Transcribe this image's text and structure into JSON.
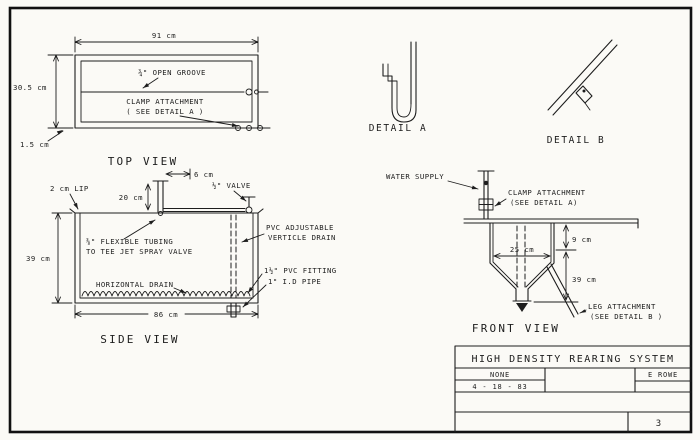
{
  "colors": {
    "ink": "#1d1d1d",
    "paper": "#fbfaf6"
  },
  "views": {
    "top": {
      "title": "TOP VIEW",
      "dims": {
        "width": "91 cm",
        "height": "30.5 cm",
        "lip": "1.5 cm"
      },
      "labels": {
        "groove": "¾\" OPEN GROOVE",
        "clamp_line1": "CLAMP ATTACHMENT",
        "clamp_line2": "( SEE DETAIL A )"
      }
    },
    "side": {
      "title": "SIDE VIEW",
      "dims": {
        "pipe_height": "20 cm",
        "pipe_offset": "6 cm",
        "tank_depth": "39 cm",
        "tank_length": "86 cm"
      },
      "labels": {
        "lip": "2 cm LIP",
        "valve": "½\" VALVE",
        "tubing_line1": "⅜\" FLEXIBLE TUBING",
        "tubing_line2": "TO TEE JET SPRAY VALVE",
        "vert_drain_line1": "PVC ADJUSTABLE",
        "vert_drain_line2": "VERTICLE DRAIN",
        "horiz_drain": "HORIZONTAL DRAIN",
        "fitting": "1½\" PVC FITTING",
        "pipe": "1\" I.D PIPE"
      }
    },
    "front": {
      "title": "FRONT VIEW",
      "dims": {
        "width": "25 cm",
        "depth_top": "9 cm",
        "depth_total": "39 cm"
      },
      "labels": {
        "water": "WATER SUPPLY",
        "clamp_line1": "CLAMP ATTACHMENT",
        "clamp_line2": "(SEE DETAIL A)",
        "leg_line1": "LEG ATTACHMENT",
        "leg_line2": "(SEE DETAIL B )"
      }
    },
    "detail_a": {
      "title": "DETAIL A"
    },
    "detail_b": {
      "title": "DETAIL B"
    }
  },
  "title_block": {
    "title": "HIGH DENSITY REARING SYSTEM",
    "scale": "NONE",
    "date": "4 - 18 - 83",
    "drawn_by": "E ROWE",
    "sheet": "3"
  }
}
